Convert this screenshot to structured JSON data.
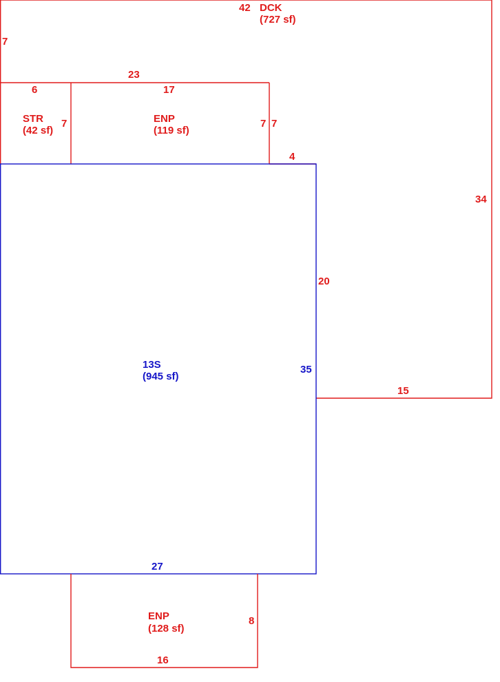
{
  "colors": {
    "addition_outline": "#e01b1b",
    "main_outline": "#1515c8",
    "background": "#ffffff"
  },
  "areas": {
    "dck": {
      "code": "DCK",
      "area": "(727 sf)"
    },
    "str": {
      "code": "STR",
      "area": "(42 sf)"
    },
    "enp_top": {
      "code": "ENP",
      "area": "(119 sf)"
    },
    "main": {
      "code": "13S",
      "area": "(945 sf)"
    },
    "enp_bottom": {
      "code": "ENP",
      "area": "(128 sf)"
    }
  },
  "dimensions": {
    "dck_top": "42",
    "dck_left": "7",
    "dck_right": "34",
    "dck_bottom": "15",
    "dck_inner_right": "20",
    "dck_step": "4",
    "str_top_outer": "23",
    "str_top": "6",
    "str_right": "7",
    "enp_top_width": "17",
    "enp_top_left": "7",
    "enp_top_right": "7",
    "main_right": "35",
    "main_bottom": "27",
    "enp_bottom_right": "8",
    "enp_bottom_width": "16"
  }
}
